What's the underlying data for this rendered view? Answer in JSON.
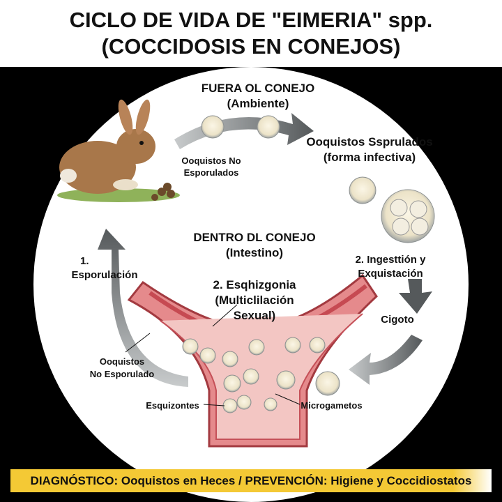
{
  "title": {
    "line1": "CICLO DE VIDA DE \"EIMERIA\" spp.",
    "line2": "(COCCIDOSIS EN CONEJOS)"
  },
  "outside": {
    "heading": "FUERA OL CONEJO",
    "sub": "(Ambiente)"
  },
  "labels": {
    "unsporulated_top_1": "Ooquistos No",
    "unsporulated_top_2": "Esporulados",
    "sporulated_1": "Ooquistos Ssprulados",
    "sporulated_2": "(forma infectiva)",
    "inside_heading": "DENTRO DL CONEJO",
    "inside_sub": "(Intestino)",
    "ingestion_1": "2. Ingesttión y",
    "ingestion_2": "Exquistación",
    "schizogony_1": "2. Esqhizgonia",
    "schizogony_2": "(Multiclilación",
    "schizogony_3": "Sexual)",
    "zygote": "Cigoto",
    "sporulation_num": "1.",
    "sporulation": "Esporulación",
    "unsporulated_left_1": "Ooquistos",
    "unsporulated_left_2": "No Esporulado",
    "schizonts": "Esquizontes",
    "microgametes": "Microgametos"
  },
  "banner": "DIAGNÓSTICO: Ooquistos en Heces / PREVENCIÓN: Higiene y Coccidiostatos",
  "colors": {
    "banner": "#f4c935",
    "intestine": "#d9636a",
    "arrow": "#6b7073"
  }
}
